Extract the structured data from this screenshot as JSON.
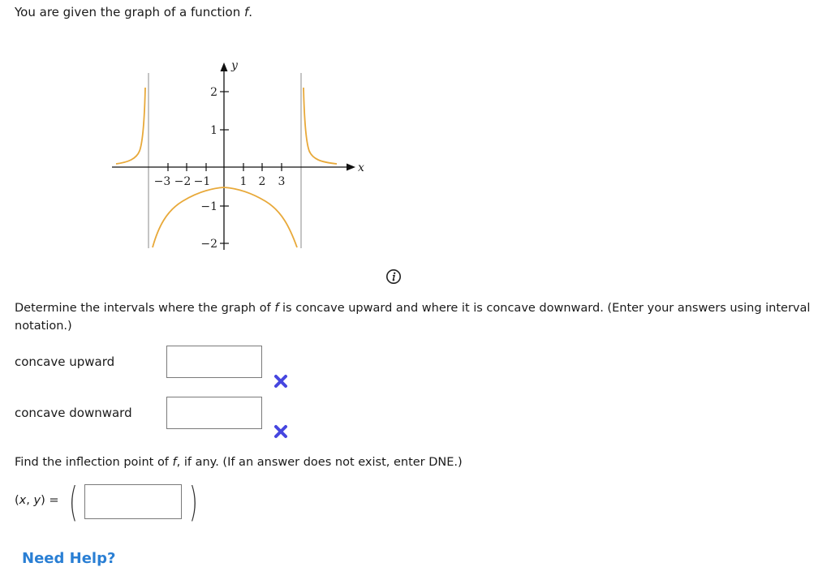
{
  "intro": {
    "text_before": "You are given the graph of a function ",
    "function_name": "f",
    "text_after": "."
  },
  "graph": {
    "x_axis_label": "x",
    "y_axis_label": "y",
    "x_ticks_negative": [
      "−3",
      "−2",
      "−1"
    ],
    "x_ticks_positive": [
      "1",
      "2",
      "3"
    ],
    "y_ticks": [
      "2",
      "1",
      "−1",
      "−2"
    ],
    "curve_color": "#e8a93a",
    "asymptote_color": "#9e9e9e",
    "axis_color": "#111111",
    "info_icon": "info-icon"
  },
  "question": {
    "text_before": "Determine the intervals where the graph of ",
    "function_name": "f",
    "text_after": " is concave upward and where it is concave downward. (Enter your answers using interval notation.)"
  },
  "concave_upward": {
    "label": "concave upward",
    "value": "",
    "status_icon": "wrong-x-icon",
    "status_color": "#4646e0"
  },
  "concave_downward": {
    "label": "concave downward",
    "value": "",
    "status_icon": "wrong-x-icon",
    "status_color": "#4646e0"
  },
  "inflection": {
    "text_before": "Find the inflection point of ",
    "function_name": "f",
    "text_after": ", if any. (If an answer does not exist, enter DNE.)",
    "xy_label_open": "(",
    "xy_x": "x",
    "xy_sep": ", ",
    "xy_y": "y",
    "xy_label_close": ") =",
    "paren_open": "(",
    "paren_close": ")",
    "value": ""
  },
  "help": {
    "label": "Need Help?"
  }
}
